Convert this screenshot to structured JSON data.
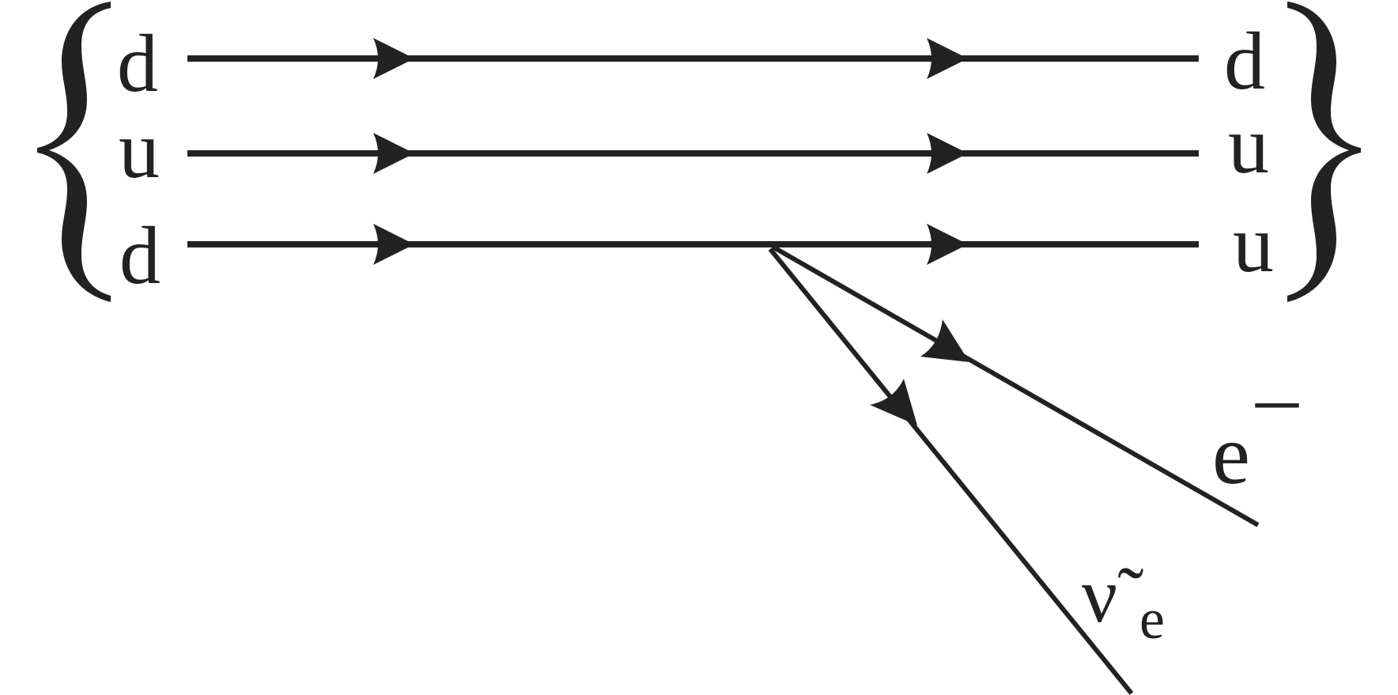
{
  "diagram": {
    "initial_quarks": [
      "d",
      "u",
      "d"
    ],
    "final_quarks": [
      "d",
      "u",
      "u"
    ],
    "electron": {
      "symbol": "e",
      "superscript": "–"
    },
    "antineutrino": {
      "symbol": "ν̃",
      "subscript": "e"
    },
    "colors": {
      "ink": "#222222",
      "background": "#ffffff"
    }
  }
}
